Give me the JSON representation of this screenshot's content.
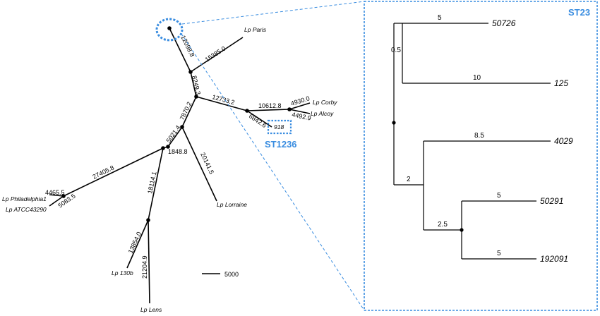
{
  "unrooted_tree": {
    "leaves": {
      "paris": "Lp Paris",
      "corby": "Lp Corby",
      "alcoy": "Lp Alcoy",
      "st1236_leaf": "918",
      "philadelphia": "Lp Philadelphia1",
      "atcc": "Lp ATCC43290",
      "lorraine": "Lp Lorraine",
      "lp130b": "Lp 130b",
      "lens": "Lp Lens"
    },
    "branch_lengths": {
      "top_leaf": "12098.8",
      "paris": "15385.0",
      "upper_internal": "8249.3",
      "to_corby_group": "12733.2",
      "corby_alcoy_internal": "10612.8",
      "corby": "4930.0",
      "alcoy": "4492.9",
      "st1236": "6842.6",
      "center_to_lorraine_node": "7870.2",
      "lorraine_node_to_lower": "5021.4",
      "lower_internal": "1848.8",
      "lorraine": "20141.5",
      "philadelphia_group": "27405.8",
      "philadelphia": "4465.5",
      "atcc": "5083.5",
      "to_130b_group": "18114.1",
      "lp130b": "13854.0",
      "lens": "21204.9"
    },
    "scale_bar": "5000",
    "highlight_label": "ST1236"
  },
  "inset_tree": {
    "title": "ST23",
    "leaves": [
      "50726",
      "125",
      "4029",
      "50291",
      "192091"
    ],
    "branch_lengths": {
      "b50726": "5",
      "b125": "10",
      "upper_clade": "0.5",
      "b4029": "8.5",
      "lower_clade": "2",
      "b50291": "5",
      "b192091": "5",
      "inner_clade": "2.5"
    }
  },
  "colors": {
    "highlight": "#3a8de0",
    "branches": "#000000"
  }
}
